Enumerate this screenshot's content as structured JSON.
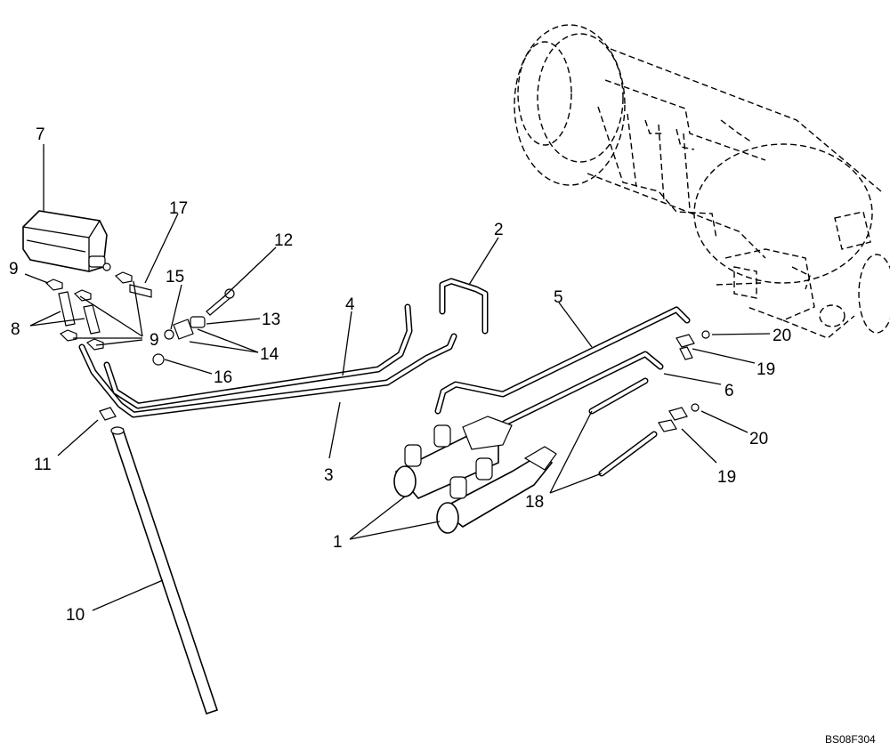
{
  "diagram": {
    "drawing_code": "BS08F304",
    "callouts": [
      {
        "id": "c1",
        "label": "1"
      },
      {
        "id": "c2",
        "label": "2"
      },
      {
        "id": "c3",
        "label": "3"
      },
      {
        "id": "c4",
        "label": "4"
      },
      {
        "id": "c5",
        "label": "5"
      },
      {
        "id": "c6",
        "label": "6"
      },
      {
        "id": "c7",
        "label": "7"
      },
      {
        "id": "c8",
        "label": "8"
      },
      {
        "id": "c9a",
        "label": "9"
      },
      {
        "id": "c9b",
        "label": "9"
      },
      {
        "id": "c10",
        "label": "10"
      },
      {
        "id": "c11",
        "label": "11"
      },
      {
        "id": "c12",
        "label": "12"
      },
      {
        "id": "c13",
        "label": "13"
      },
      {
        "id": "c14",
        "label": "14"
      },
      {
        "id": "c15",
        "label": "15"
      },
      {
        "id": "c16",
        "label": "16"
      },
      {
        "id": "c17",
        "label": "17"
      },
      {
        "id": "c18",
        "label": "18"
      },
      {
        "id": "c19a",
        "label": "19"
      },
      {
        "id": "c19b",
        "label": "19"
      },
      {
        "id": "c20a",
        "label": "20"
      },
      {
        "id": "c20b",
        "label": "20"
      }
    ]
  }
}
